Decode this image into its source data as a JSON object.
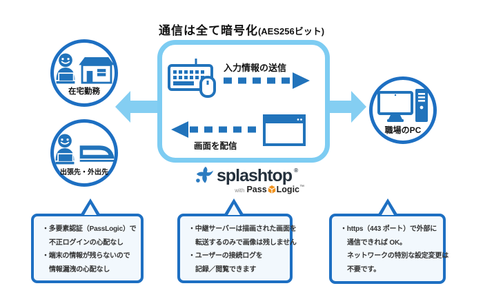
{
  "title": {
    "main": "通信は全て暗号化",
    "sub": "(AES256ビット)"
  },
  "nodes": {
    "home": {
      "label": "在宅勤務"
    },
    "travel": {
      "label": "出張先・外出先"
    },
    "office": {
      "label": "職場のPC"
    }
  },
  "box": {
    "send_label": "入力情報の送信",
    "receive_label": "画面を配信"
  },
  "logo": {
    "brand": "splashtop",
    "reg": "®",
    "with_text": "with",
    "pass": "Pass",
    "logic": "Logic",
    "tm": "™"
  },
  "bubbles": [
    {
      "lines": [
        {
          "text": "・多要素認証（PassLogic）で"
        },
        {
          "text": "不正ログインの心配なし"
        },
        {
          "text": "・端末の情報が残らないので"
        },
        {
          "text": "情報漏洩の心配なし"
        }
      ]
    },
    {
      "lines": [
        {
          "text": "・中継サーバーは描画された画面を"
        },
        {
          "text": "転送するのみで画像は残しません"
        },
        {
          "text": "・ユーザーの接続ログを"
        },
        {
          "text": "記録／閲覧できます"
        }
      ]
    },
    {
      "lines": [
        {
          "text": "・https（443 ポート）で外部に"
        },
        {
          "text": "通信できれば OK。"
        },
        {
          "text": "ネットワークの特別な設定変更は"
        },
        {
          "text": "不要です。"
        }
      ]
    }
  ],
  "icons": {
    "person": "person-laptop-icon",
    "house": "house-icon",
    "train": "bullet-train-icon",
    "monitor": "monitor-icon",
    "tower": "pc-tower-icon",
    "keyboard": "keyboard-icon",
    "mouse": "mouse-icon",
    "browser": "browser-window-icon",
    "splash": "splash-icon",
    "passlogic": "passlogic-cube-icon"
  },
  "colors": {
    "light_blue": "#7DCCF2",
    "icon_blue": "#2173BB",
    "border_blue": "#1D6FC2",
    "bubble_bg": "#F2F8FD",
    "navy": "#24303C",
    "orange": "#F0921E"
  }
}
